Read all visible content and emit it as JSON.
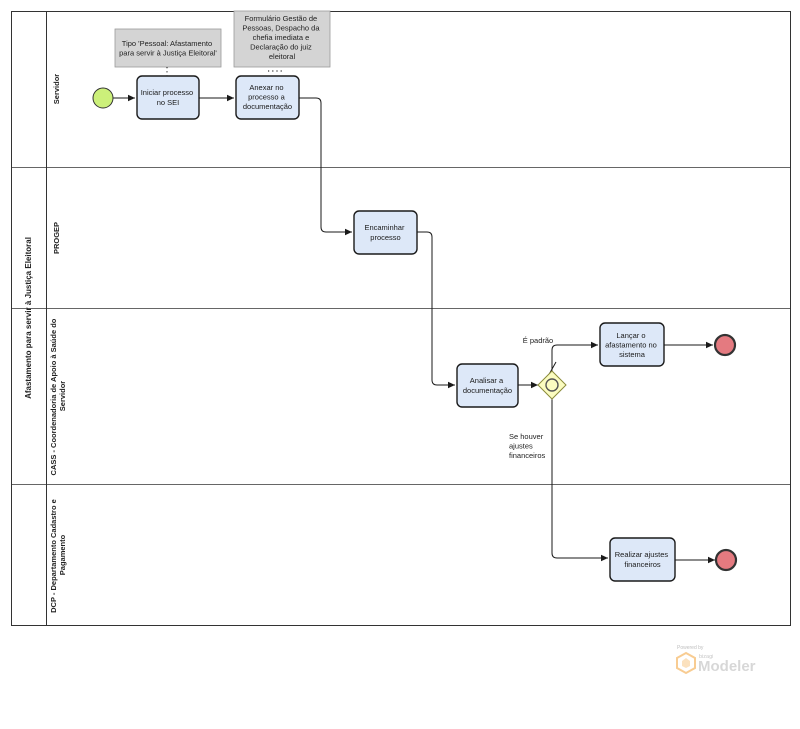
{
  "pool": {
    "title": "Afastamento para servir à Justiça Eleitoral"
  },
  "lanes": {
    "servidor": "Servidor",
    "progep": "PROGEP",
    "cass": [
      "CASS - Coordenadoria de Apoio à Saúde do",
      "Servidor"
    ],
    "dcp": [
      "DCP - Departamento Cadastro e",
      "Pagamento"
    ]
  },
  "tasks": {
    "iniciar": [
      "Iniciar processo",
      "no SEI"
    ],
    "anexar": [
      "Anexar no",
      "processo a",
      "documentação"
    ],
    "encaminhar": [
      "Encaminhar",
      "processo"
    ],
    "analisar": [
      "Analisar a",
      "documentação"
    ],
    "lancar": [
      "Lançar o",
      "afastamento no",
      "sistema"
    ],
    "realizar": [
      "Realizar ajustes",
      "financeiros"
    ]
  },
  "annotations": {
    "tipo": [
      "Tipo 'Pessoal: Afastamento",
      "para servir à Justiça Eleitoral'"
    ],
    "formulario": [
      "Formulário Gestão de",
      "Pessoas, Despacho da",
      "chefia imediata e",
      "Declaração do juiz",
      "eleitoral"
    ]
  },
  "flows": {
    "padrao": "É padrão",
    "ajustes": [
      "Se houver",
      "ajustes",
      "financeiros"
    ]
  },
  "colors": {
    "start_event": "#ccf07a",
    "end_event": "#e47a80",
    "gateway": "#fbfcc0",
    "task": "#dde8f8"
  },
  "watermark": {
    "powered": "Powered by",
    "brand": "bizagi",
    "product": "Modeler"
  }
}
